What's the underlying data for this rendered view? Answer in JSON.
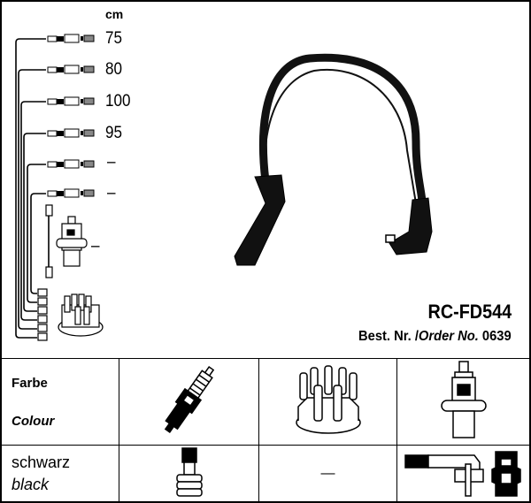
{
  "unit_label": "cm",
  "cable_lengths": [
    "75",
    "80",
    "100",
    "95",
    "–",
    "–"
  ],
  "coil_cable_length": "–",
  "product": {
    "code": "RC-FD544",
    "order_label_de": "Best. Nr.",
    "order_label_en": "Order No.",
    "order_number": "0639"
  },
  "table": {
    "header_de": "Farbe",
    "header_en": "Colour",
    "color_de": "schwarz",
    "color_en": "black",
    "distributor_cell": "—",
    "columns": [
      "spark-plug-icon",
      "distributor-cap-icon",
      "ignition-coil-icon"
    ]
  }
}
